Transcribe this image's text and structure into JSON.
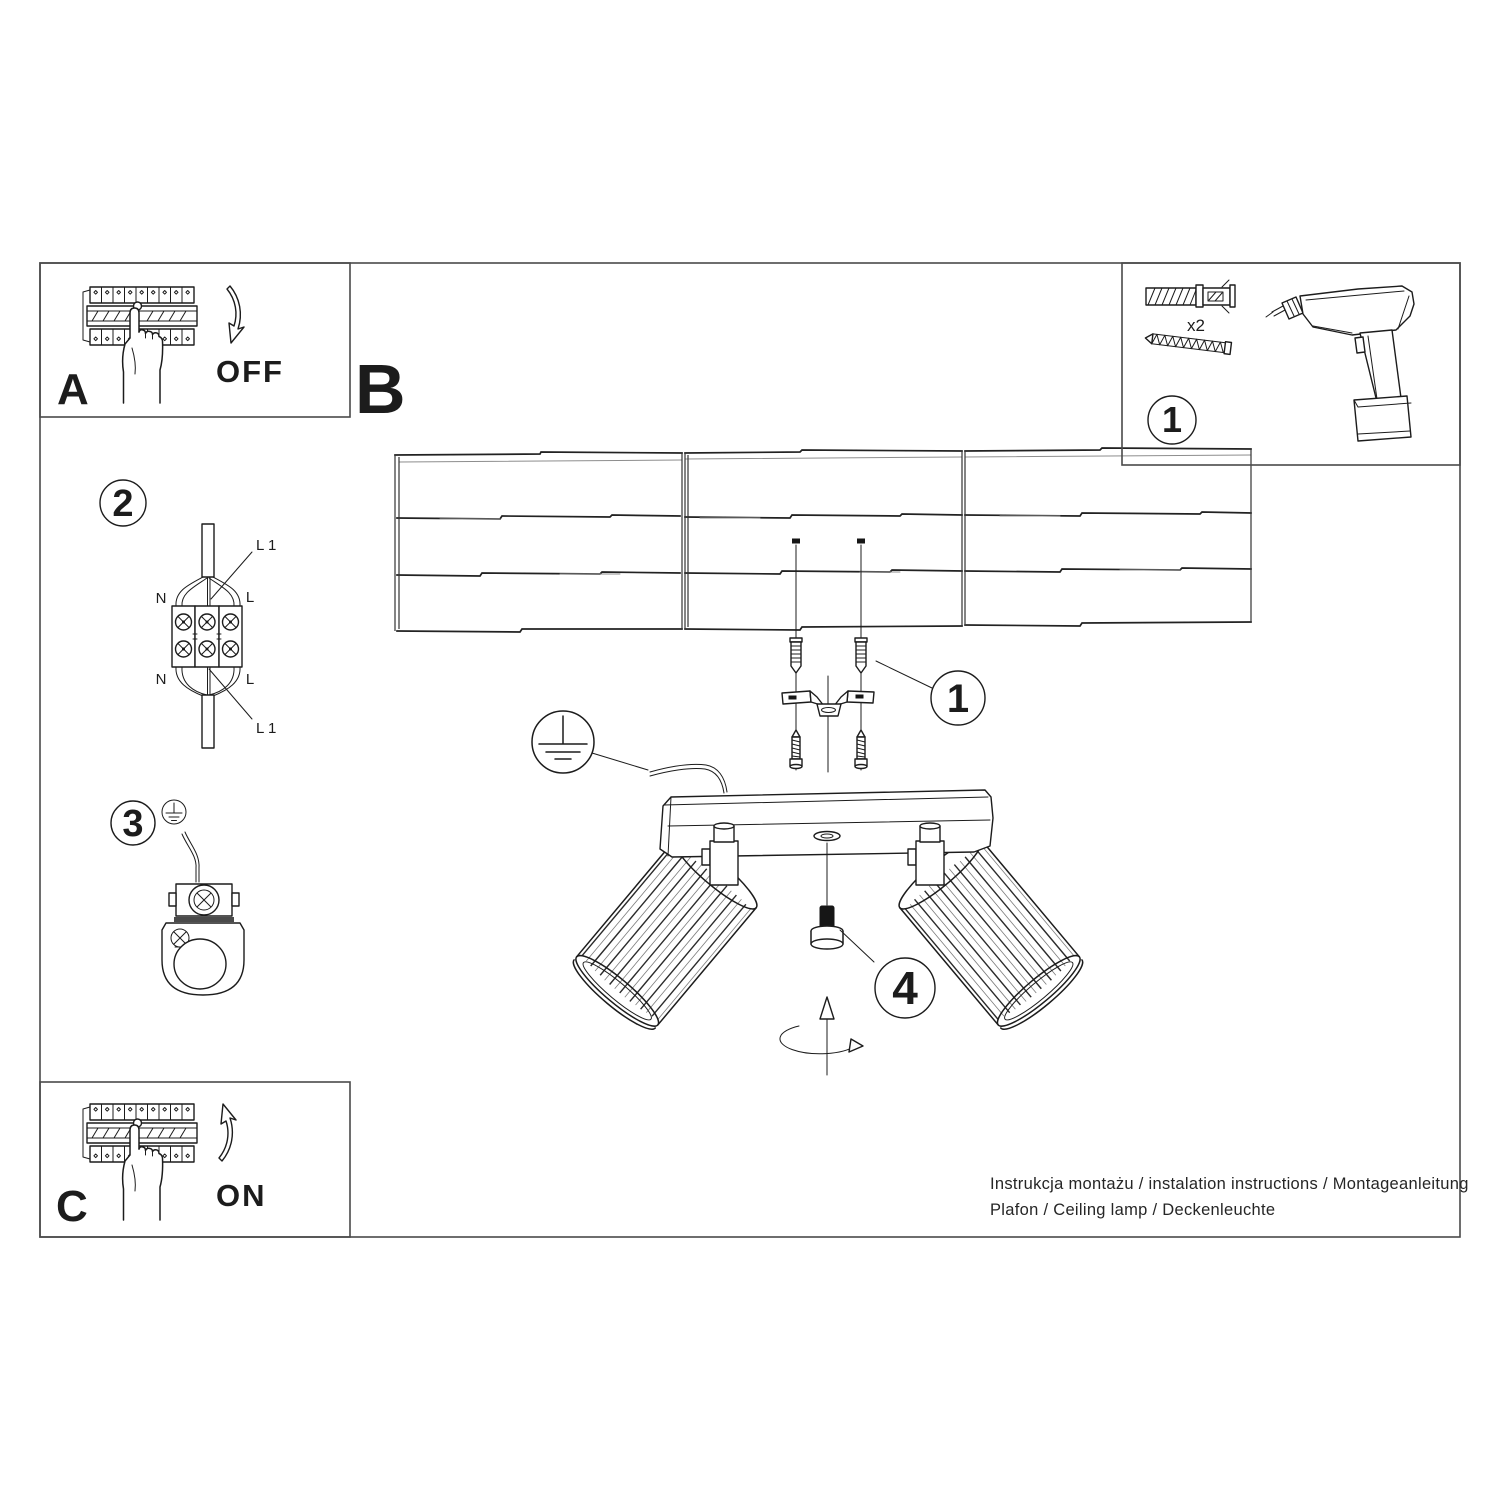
{
  "page": {
    "bg": "#ffffff",
    "ink": "#1c1c1c",
    "frame_color": "#4a4a4a"
  },
  "panels": {
    "step_a": {
      "letter": "A",
      "state_label": "OFF"
    },
    "step_b": {
      "letter": "B"
    },
    "step_c": {
      "letter": "C",
      "state_label": "ON"
    },
    "tools_box": {
      "number": "1",
      "quantity_label": "x2"
    }
  },
  "callouts": {
    "wiring": "2",
    "ground": "3",
    "bracket": "1",
    "adjust": "4"
  },
  "wiring_labels": {
    "top_left": "N",
    "top_right": "L",
    "bottom_left": "N",
    "bottom_right": "L",
    "l1_top": "L 1",
    "l1_bottom": "L 1"
  },
  "footer": {
    "line1": "Instrukcja montażu / instalation instructions / Montageanleitung",
    "line2": "Plafon / Ceiling lamp / Deckenleuchte"
  }
}
